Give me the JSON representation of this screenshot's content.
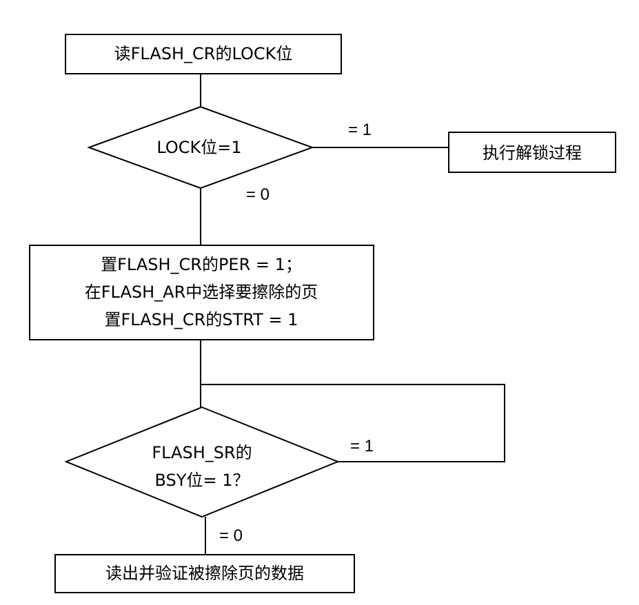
{
  "flowchart": {
    "nodes": {
      "read_lock": "读FLASH_CR的LOCK位",
      "lock_check": "LOCK位=1",
      "unlock": "执行解锁过程",
      "set_per": [
        "置FLASH_CR的PER = 1；",
        "在FLASH_AR中选择要擦除的页",
        "置FLASH_CR的STRT = 1"
      ],
      "bsy_check": [
        "FLASH_SR的",
        "BSY位= 1？"
      ],
      "verify": "读出并验证被擦除页的数据"
    },
    "edges": {
      "lock_yes": "= 1",
      "lock_no": "= 0",
      "bsy_yes": "= 1",
      "bsy_no": "= 0"
    }
  }
}
